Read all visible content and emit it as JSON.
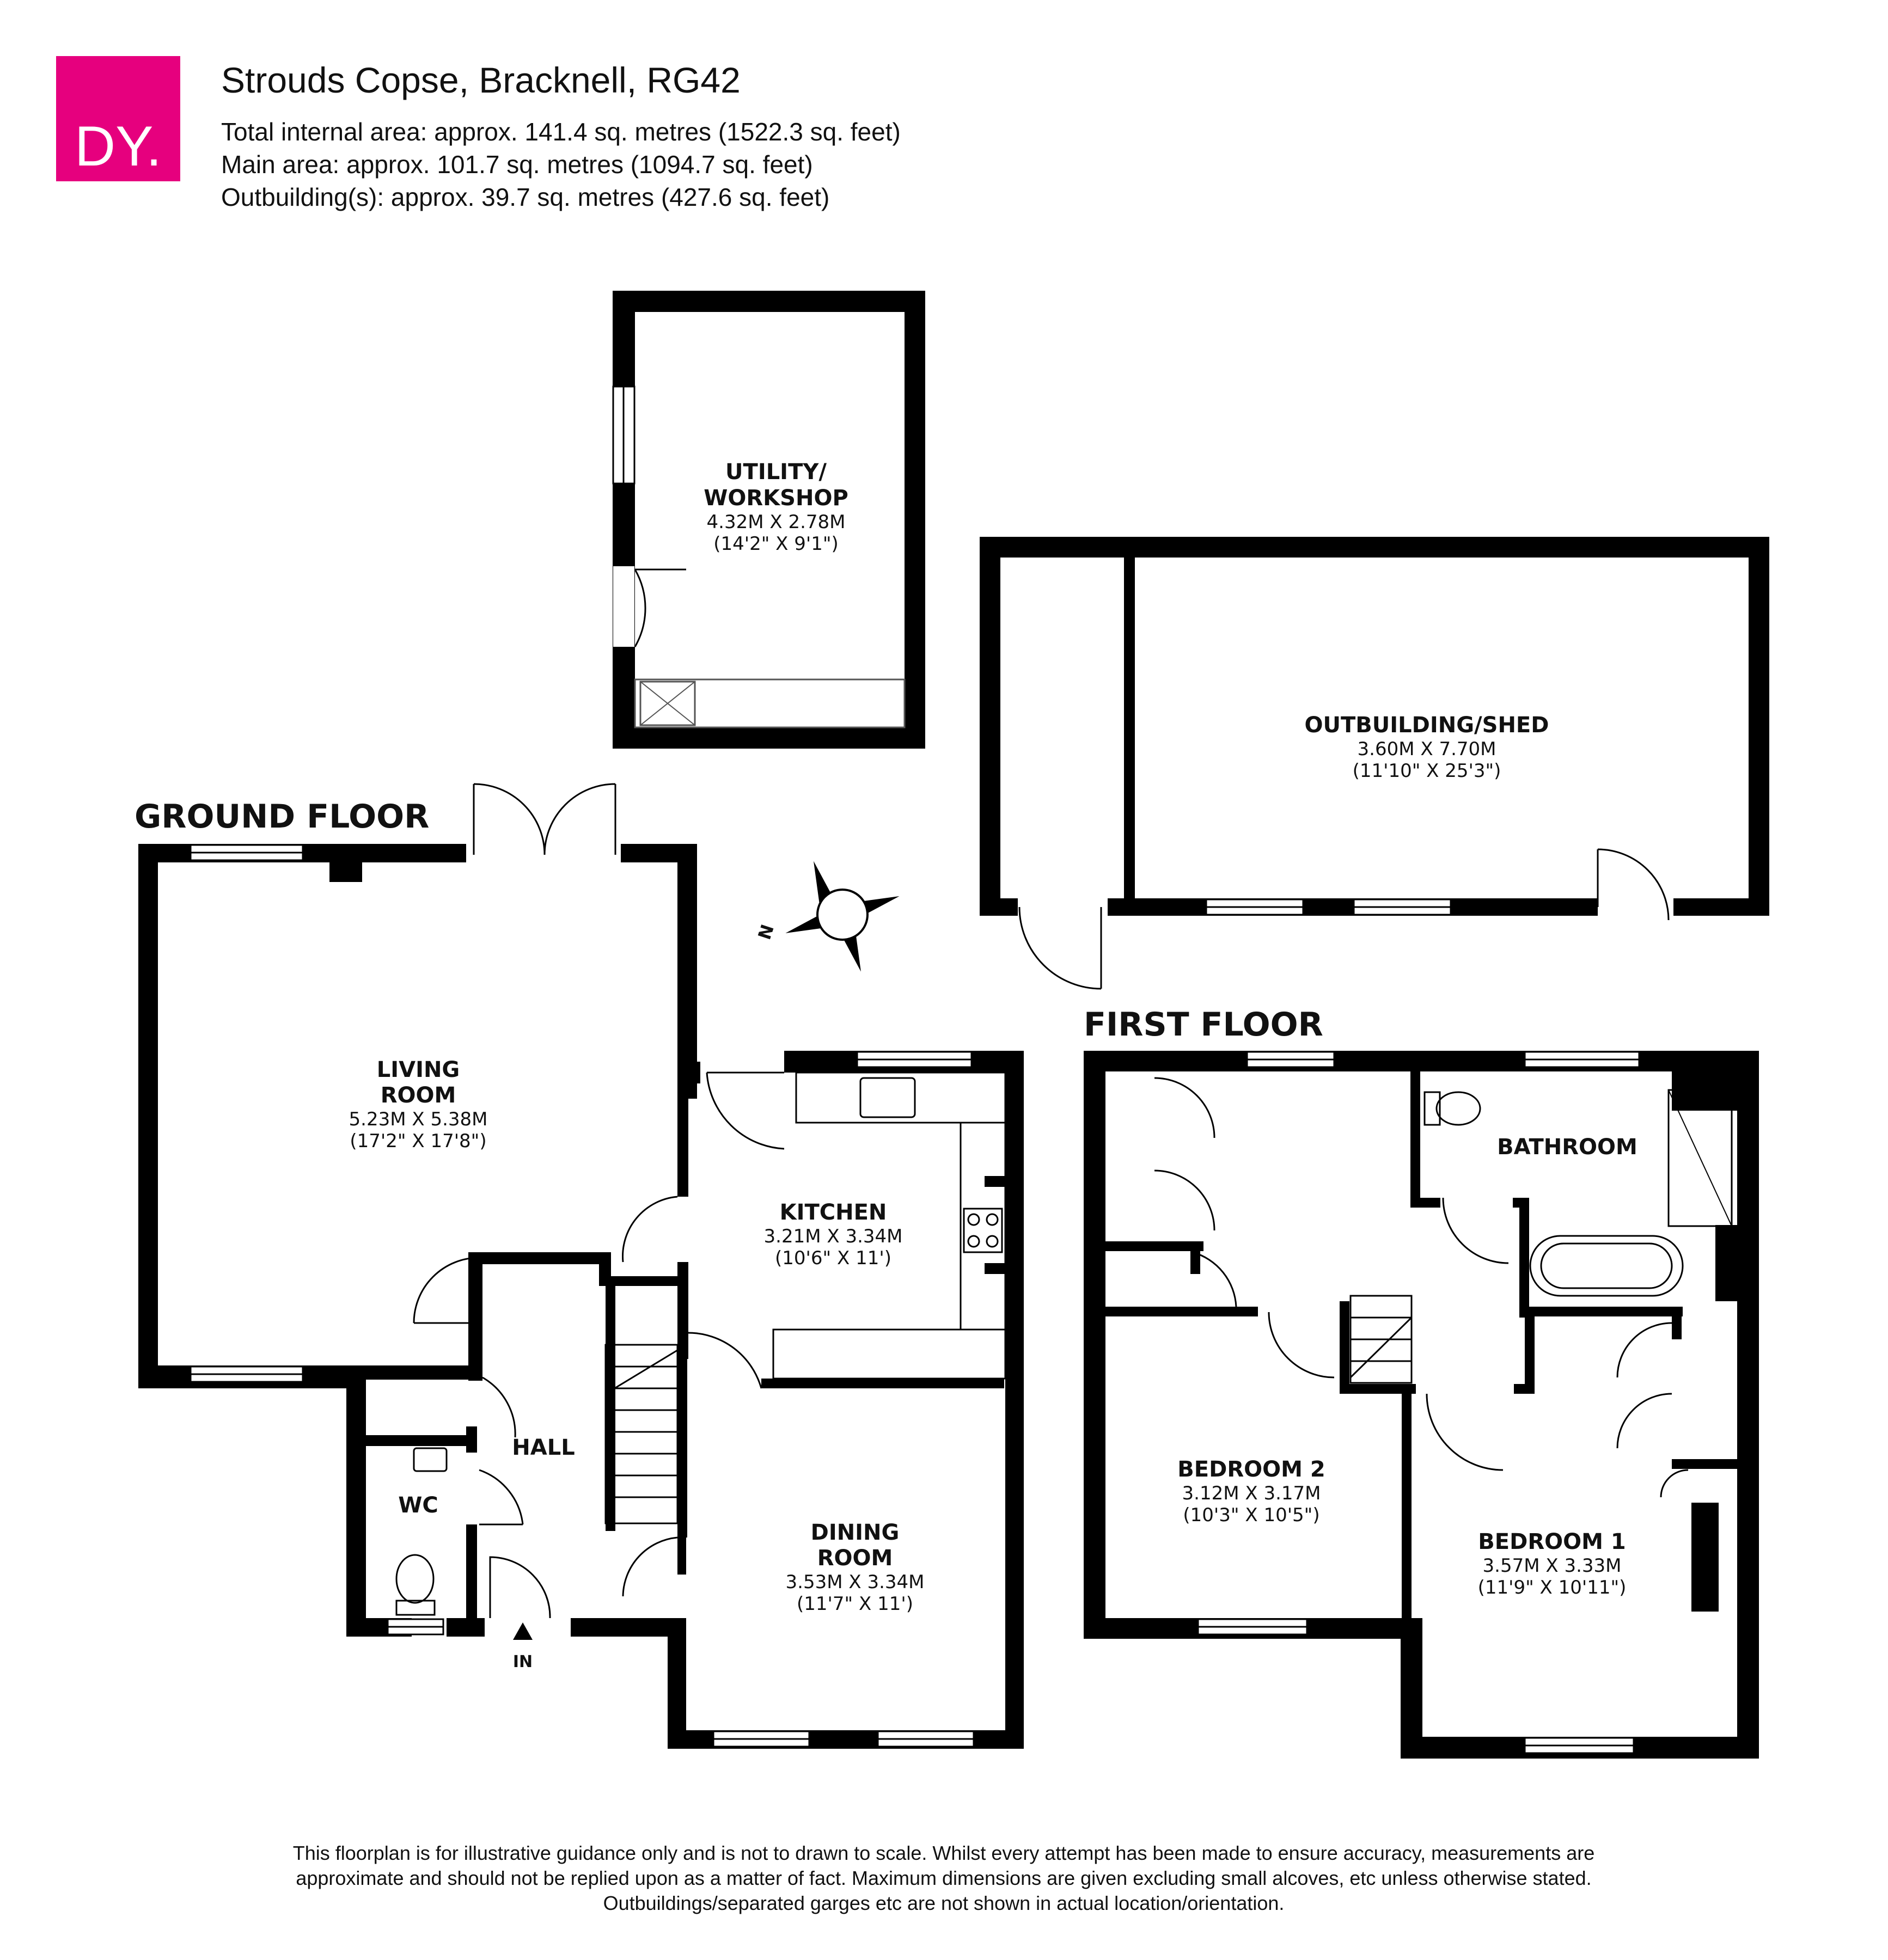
{
  "header": {
    "logo_text": "DY.",
    "title": "Strouds Copse, Bracknell, RG42",
    "lines": [
      "Total internal area: approx. 141.4 sq. metres (1522.3 sq. feet)",
      "Main area: approx. 101.7 sq. metres (1094.7 sq. feet)",
      "Outbuilding(s): approx. 39.7 sq. metres (427.6 sq. feet)"
    ]
  },
  "colors": {
    "brand": "#e6007e",
    "wall": "#000000",
    "fixture": "#444444"
  },
  "floors": {
    "ground": "GROUND FLOOR",
    "first": "FIRST FLOOR"
  },
  "rooms": {
    "utility": {
      "name1": "UTILITY/",
      "name2": "WORKSHOP",
      "dim_m": "4.32M X 2.78M",
      "dim_ft": "(14'2\" X 9'1\")"
    },
    "outbuilding": {
      "name1": "OUTBUILDING/SHED",
      "dim_m": "3.60M X 7.70M",
      "dim_ft": "(11'10\" X 25'3\")"
    },
    "living": {
      "name1": "LIVING",
      "name2": "ROOM",
      "dim_m": "5.23M X 5.38M",
      "dim_ft": "(17'2\" X 17'8\")"
    },
    "kitchen": {
      "name1": "KITCHEN",
      "dim_m": "3.21M X 3.34M",
      "dim_ft": "(10'6\" X 11')"
    },
    "hall": {
      "name1": "HALL"
    },
    "wc": {
      "name1": "WC"
    },
    "dining": {
      "name1": "DINING",
      "name2": "ROOM",
      "dim_m": "3.53M X 3.34M",
      "dim_ft": "(11'7\" X 11')"
    },
    "bathroom": {
      "name1": "BATHROOM"
    },
    "bedroom2": {
      "name1": "BEDROOM 2",
      "dim_m": "3.12M X 3.17M",
      "dim_ft": "(10'3\" X 10'5\")"
    },
    "bedroom1": {
      "name1": "BEDROOM 1",
      "dim_m": "3.57M X 3.33M",
      "dim_ft": "(11'9\" X 10'11\")"
    }
  },
  "entrance_label": "IN",
  "compass_label": "N",
  "disclaimer": [
    "This floorplan is for illustrative guidance only and is not to drawn to scale. Whilst every attempt has been made to ensure accuracy, measurements are",
    "approximate and should not be replied upon as a matter of fact. Maximum dimensions are given excluding small alcoves, etc unless otherwise stated.",
    "Outbuildings/separated garges etc are not shown in actual location/orientation."
  ]
}
